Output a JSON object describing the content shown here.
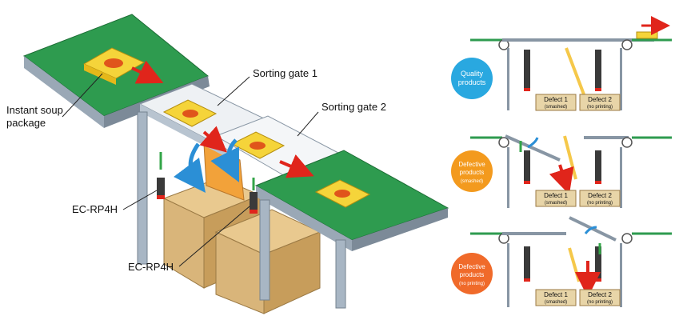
{
  "callouts": {
    "gate1": "Sorting gate 1",
    "gate2": "Sorting gate 2",
    "package_line1": "Instant soup",
    "package_line2": "package",
    "sensor_a": "EC-RP4H",
    "sensor_b": "EC-RP4H"
  },
  "panels": [
    {
      "badge_line1": "Quality",
      "badge_line2": "products",
      "badge_line3": "",
      "badge_color": "#29a8e0",
      "bin1_title": "Defect 1",
      "bin1_sub": "(smashed)",
      "bin2_title": "Defect 2",
      "bin2_sub": "(no printing)"
    },
    {
      "badge_line1": "Defective",
      "badge_line2": "products",
      "badge_line3": "(smashed)",
      "badge_color": "#f39a1e",
      "bin1_title": "Defect 1",
      "bin1_sub": "(smashed)",
      "bin2_title": "Defect 2",
      "bin2_sub": "(no printing)"
    },
    {
      "badge_line1": "Defective",
      "badge_line2": "products",
      "badge_line3": "(no printing)",
      "badge_color": "#f06a2a",
      "bin1_title": "Defect 1",
      "bin1_sub": "(smashed)",
      "bin2_title": "Defect 2",
      "bin2_sub": "(no printing)"
    }
  ],
  "colors": {
    "belt": "#2e9b4f",
    "frame": "#a8b6c4",
    "box": "#d9b57a",
    "package": "#f5d43a",
    "arrow_red": "#e0251b",
    "arrow_blue": "#2b8fd6",
    "arrow_green": "#33a548"
  }
}
